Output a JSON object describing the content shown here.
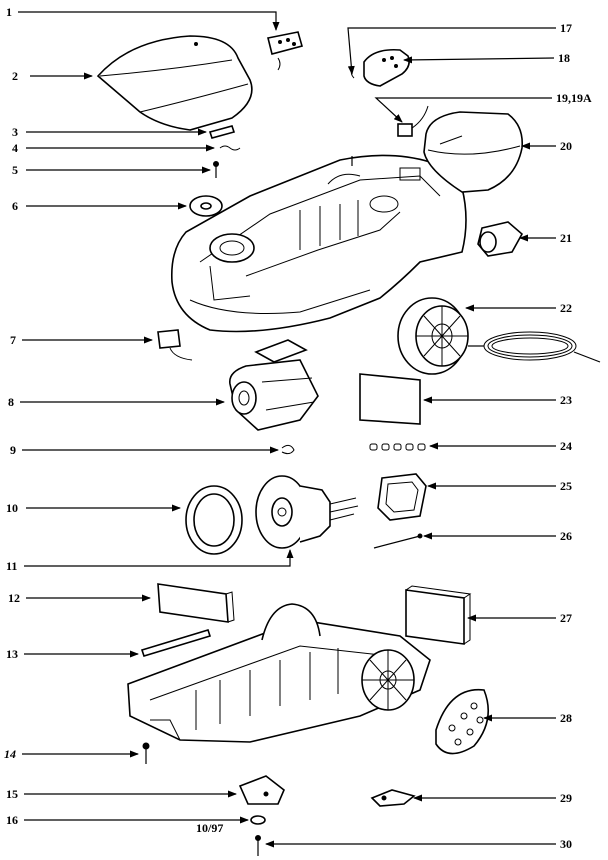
{
  "diagram": {
    "date_code": "10/97",
    "callouts": [
      "1",
      "2",
      "3",
      "4",
      "5",
      "6",
      "7",
      "8",
      "9",
      "10",
      "11",
      "12",
      "13",
      "14",
      "15",
      "16",
      "17",
      "18",
      "19,19A",
      "20",
      "21",
      "22",
      "23",
      "24",
      "25",
      "26",
      "27",
      "28",
      "29",
      "30"
    ]
  },
  "icons": {
    "arrowhead": "arrowhead-marker"
  }
}
